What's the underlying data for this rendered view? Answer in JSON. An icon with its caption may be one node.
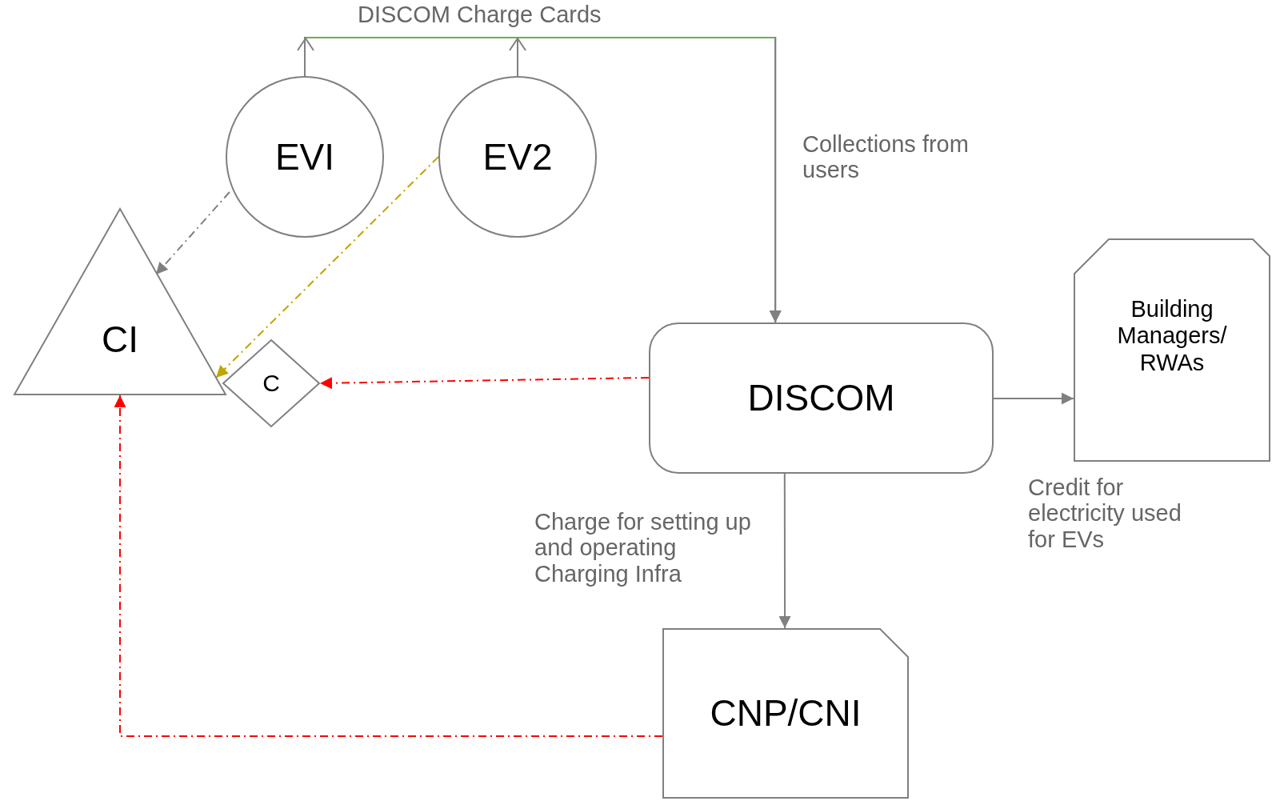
{
  "diagram": {
    "nodes": [
      {
        "text": [
          "EVI"
        ]
      },
      {
        "text": [
          "EV2"
        ]
      },
      {
        "text": [
          "CI"
        ]
      },
      {
        "text": [
          "C"
        ]
      },
      {
        "text": [
          "DISCOM"
        ]
      },
      {
        "text": [
          "Building Managers/ RWAs"
        ]
      },
      {
        "text": [
          "CNP/CNI"
        ]
      }
    ],
    "edges": [
      {
        "from": 0,
        "to": 4,
        "arrow": "to",
        "label": "DISCOM Charge Cards"
      },
      {
        "from": 1,
        "to": 4,
        "arrow": "to",
        "label": "Collections from users"
      },
      {
        "from": 0,
        "to": 2,
        "arrow": "to",
        "style": "dashed"
      },
      {
        "from": 1,
        "to": 2,
        "arrow": "to",
        "style": "dashed",
        "color": "#bfa600"
      },
      {
        "from": 4,
        "to": 3,
        "arrow": "to",
        "style": "dashed",
        "color": "#ff0000"
      },
      {
        "from": 6,
        "to": 2,
        "arrow": "to",
        "style": "dashed",
        "color": "#ff0000"
      },
      {
        "from": 4,
        "to": 5,
        "arrow": "to",
        "label": "Credit for electricity used for EVs"
      },
      {
        "from": 4,
        "to": 6,
        "arrow": "to",
        "label": "Charge for setting up and operating Charging Infra"
      }
    ]
  }
}
